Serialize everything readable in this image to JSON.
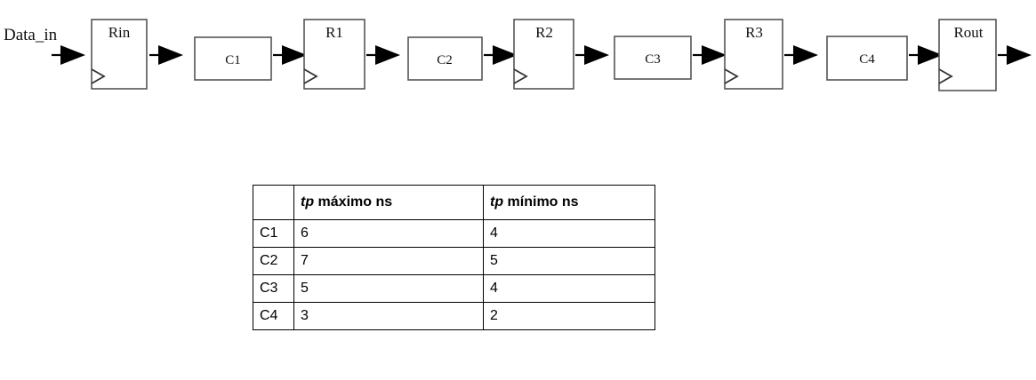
{
  "diagram": {
    "type": "pipeline-block-diagram",
    "input_signal_label": "Data_in",
    "stages": [
      {
        "id": "rin",
        "kind": "register",
        "label": "Rin"
      },
      {
        "id": "c1",
        "kind": "combinational",
        "label": "C1"
      },
      {
        "id": "r1",
        "kind": "register",
        "label": "R1"
      },
      {
        "id": "c2",
        "kind": "combinational",
        "label": "C2"
      },
      {
        "id": "r2",
        "kind": "register",
        "label": "R2"
      },
      {
        "id": "c3",
        "kind": "combinational",
        "label": "C3"
      },
      {
        "id": "r3",
        "kind": "register",
        "label": "R3"
      },
      {
        "id": "c4",
        "kind": "combinational",
        "label": "C4"
      },
      {
        "id": "rout",
        "kind": "register",
        "label": "Rout"
      }
    ],
    "colors": {
      "box_stroke": "#555555",
      "wire": "#000000",
      "text": "#111111",
      "background": "#ffffff"
    }
  },
  "table": {
    "corner_label": "",
    "headers": [
      {
        "emphasis": "tp",
        "rest": " máximo ns"
      },
      {
        "emphasis": "tp",
        "rest": " mínimo ns"
      }
    ],
    "rows": [
      {
        "name": "C1",
        "max": "6",
        "min": "4"
      },
      {
        "name": "C2",
        "max": "7",
        "min": "5"
      },
      {
        "name": "C3",
        "max": "5",
        "min": "4"
      },
      {
        "name": "C4",
        "max": "3",
        "min": "2"
      }
    ]
  },
  "chart_data": {
    "type": "table",
    "title": "",
    "categories": [
      "C1",
      "C2",
      "C3",
      "C4"
    ],
    "series": [
      {
        "name": "tp máximo ns",
        "values": [
          6,
          7,
          5,
          3
        ]
      },
      {
        "name": "tp mínimo ns",
        "values": [
          4,
          5,
          4,
          2
        ]
      }
    ],
    "xlabel": "",
    "ylabel": "ns"
  }
}
